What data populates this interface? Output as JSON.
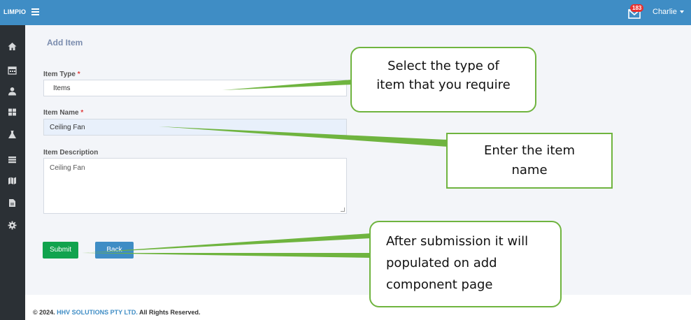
{
  "header": {
    "brand": "LIMPIO",
    "notification_count": "183",
    "user_name": "Charlie"
  },
  "sidebar": {
    "icons": [
      "home-icon",
      "calendar-icon",
      "user-icon",
      "grid-icon",
      "flask-icon",
      "list-icon",
      "map-icon",
      "document-icon",
      "gear-icon"
    ]
  },
  "form": {
    "title": "Add Item",
    "item_type": {
      "label": "Item Type",
      "required": "*",
      "value": "Items"
    },
    "item_name": {
      "label": "Item Name",
      "required": "*",
      "value": "Ceiling Fan"
    },
    "item_description": {
      "label": "Item Description",
      "value": "Ceiling Fan"
    },
    "submit_label": "Submit",
    "back_label": "Back"
  },
  "footer": {
    "prefix": "© 2024.",
    "company": "HHV SOLUTIONS PTY LTD.",
    "suffix": "All Rights Reserved."
  },
  "callouts": {
    "type_line1": "Select the type of",
    "type_line2": "item that you require",
    "name_line1": "Enter the item",
    "name_line2": "name",
    "submit_line1": "After submission it will",
    "submit_line2": "populated on add",
    "submit_line3": "component page"
  },
  "colors": {
    "topbar": "#3f8dc5",
    "sidebar": "#2b3035",
    "submit": "#11a34e",
    "callout_border": "#6fb43f"
  }
}
